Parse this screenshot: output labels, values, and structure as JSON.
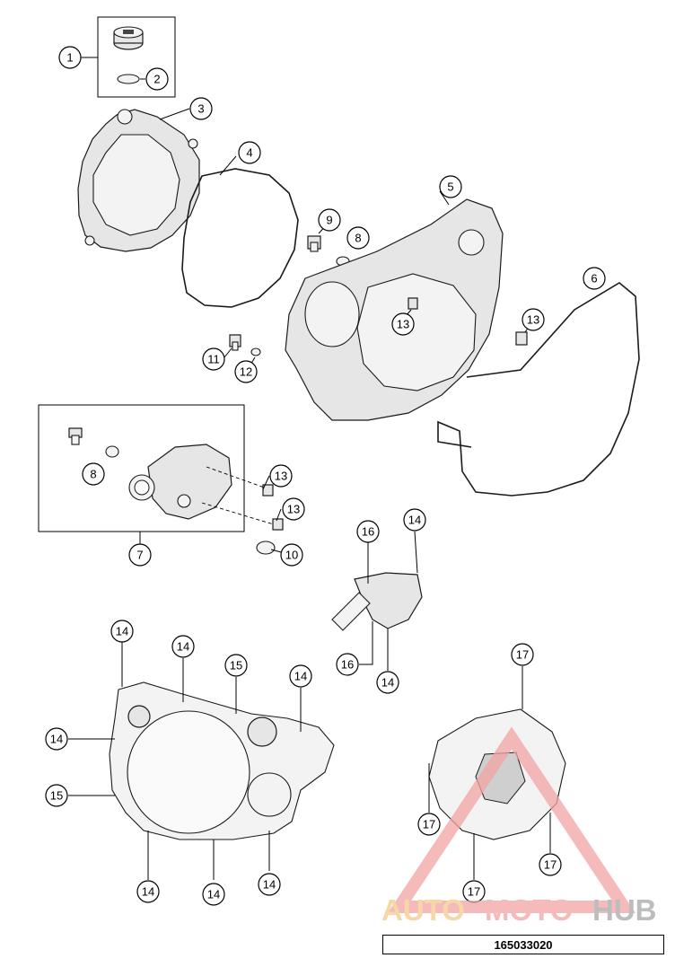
{
  "callouts": [
    "1",
    "2",
    "3",
    "4",
    "5",
    "6",
    "7",
    "8",
    "9",
    "10",
    "11",
    "12",
    "13",
    "14",
    "15",
    "16",
    "17"
  ],
  "reference_number": "165033020",
  "watermark": {
    "part1": "AUTO",
    "part2": "MOTO",
    "part3": "HUB",
    "color1": "#f5c98a",
    "color2": "#f2a3a3",
    "color3": "#a8a8a8"
  }
}
